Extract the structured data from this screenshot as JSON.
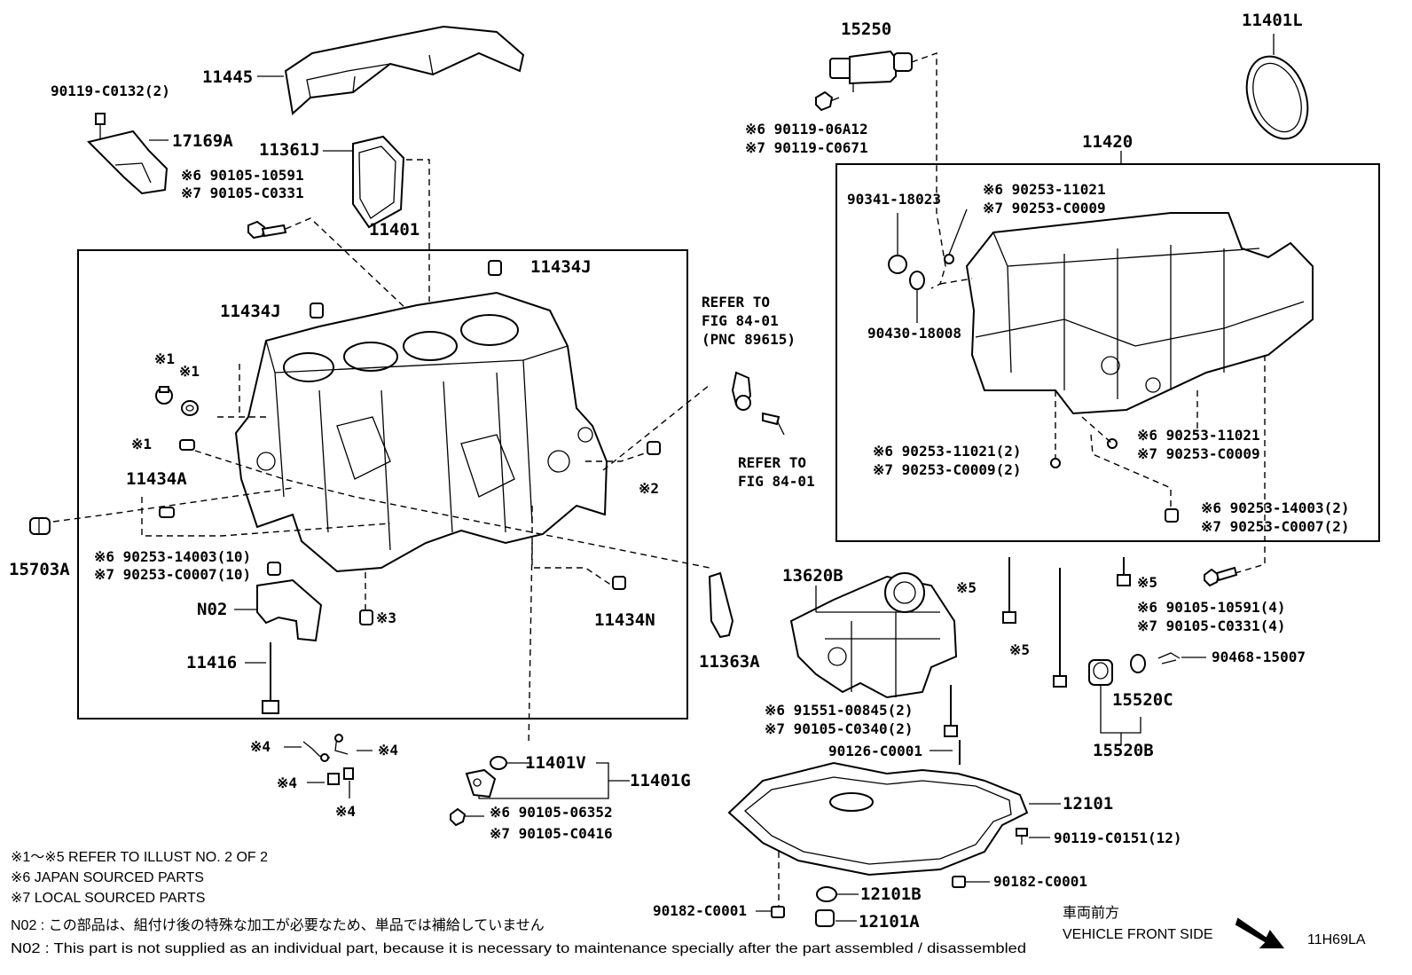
{
  "diagram_code": "11H69LA",
  "direction": {
    "jp": "車両前方",
    "en": "VEHICLE FRONT SIDE"
  },
  "legend": {
    "l1": "※1～※5  REFER TO ILLUST NO. 2 OF 2",
    "l2": "※6  JAPAN SOURCED PARTS",
    "l3": "※7  LOCAL SOURCED PARTS",
    "n02_jp": "N02 : この部品は、組付け後の特殊な加工が必要なため、単品では補給していません",
    "n02_en": "N02 : This part is not supplied as an individual part, because it is necessary to maintenance specially after the part assembled / disassembled"
  },
  "labels": {
    "p11445": "11445",
    "p90119_C0132": "90119-C0132(2)",
    "p17169A": "17169A",
    "p11361J": "11361J",
    "p6_90105_10591": "※6 90105-10591",
    "p7_90105_C0331": "※7 90105-C0331",
    "p11401": "11401",
    "p11434J_a": "11434J",
    "p11434J_b": "11434J",
    "s1a": "※1",
    "s1b": "※1",
    "s1c": "※1",
    "p11434A": "11434A",
    "p15703A": "15703A",
    "p6_90253_14003_10": "※6 90253-14003(10)",
    "p7_90253_C0007_10": "※7 90253-C0007(10)",
    "pN02": "N02",
    "s3": "※3",
    "p11416": "11416",
    "p11434N": "11434N",
    "s2": "※2",
    "refer1a": "REFER TO",
    "refer1b": "FIG 84-01",
    "refer1c": "(PNC 89615)",
    "refer2a": "REFER TO",
    "refer2b": "FIG 84-01",
    "p11363A": "11363A",
    "p15250": "15250",
    "p6_90119_06A12": "※6 90119-06A12",
    "p7_90119_C0671": "※7 90119-C0671",
    "p11401L": "11401L",
    "p11420": "11420",
    "p90341_18023": "90341-18023",
    "p6_90253_11021_a": "※6 90253-11021",
    "p7_90253_C0009_a": "※7 90253-C0009",
    "p90430_18008": "90430-18008",
    "p6_90253_11021_2": "※6 90253-11021(2)",
    "p7_90253_C0009_2": "※7 90253-C0009(2)",
    "p6_90253_11021_b": "※6 90253-11021",
    "p7_90253_C0009_b": "※7 90253-C0009",
    "p6_90253_14003_2": "※6 90253-14003(2)",
    "p7_90253_C0007_2": "※7 90253-C0007(2)",
    "p13620B": "13620B",
    "s5a": "※5",
    "s5b": "※5",
    "s5c": "※5",
    "p6_90105_10591_4": "※6 90105-10591(4)",
    "p7_90105_C0331_4": "※7 90105-C0331(4)",
    "p90468_15007": "90468-15007",
    "p15520C": "15520C",
    "p15520B": "15520B",
    "p6_91551_00845_2": "※6 91551-00845(2)",
    "p7_90105_C0340_2": "※7 90105-C0340(2)",
    "p90126_C0001": "90126-C0001",
    "s4a": "※4",
    "s4b": "※4",
    "s4c": "※4",
    "s4d": "※4",
    "p11401V": "11401V",
    "p11401G": "11401G",
    "p6_90105_06352": "※6 90105-06352",
    "p7_90105_C0416": "※7 90105-C0416",
    "p12101": "12101",
    "p90119_C0151_12": "90119-C0151(12)",
    "p90182_C0001_a": "90182-C0001",
    "p90182_C0001_b": "90182-C0001",
    "p12101B": "12101B",
    "p12101A": "12101A"
  }
}
